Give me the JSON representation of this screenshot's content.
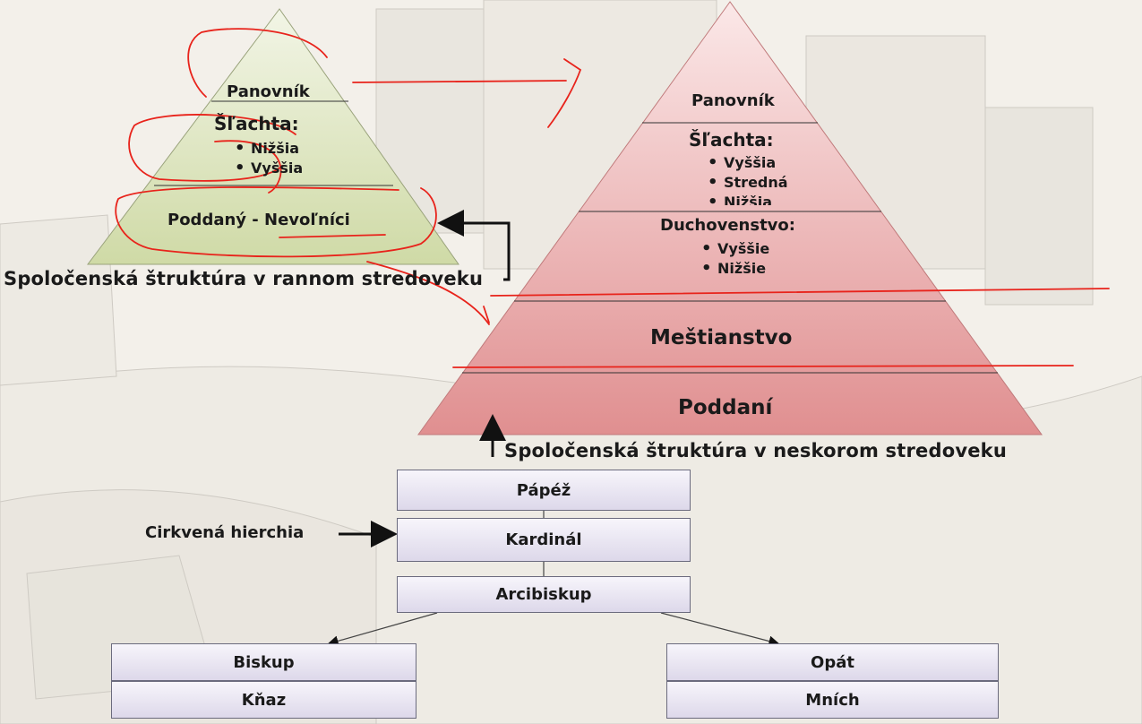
{
  "early_pyramid": {
    "tier_1": "Panovník",
    "tier_2_title": "Šľachta:",
    "tier_2_items": [
      "Nižšia",
      "Vyššia"
    ],
    "tier_3": "Poddaný - Nevoľníci",
    "caption": "Spoločenská štruktúra v rannom stredoveku"
  },
  "late_pyramid": {
    "tier_1": "Panovník",
    "tier_2_title": "Šľachta:",
    "tier_2_items": [
      "Vyššia",
      "Stredná",
      "Nižšia"
    ],
    "tier_3_title": "Duchovenstvo:",
    "tier_3_items": [
      "Vyššie",
      "Nižšie"
    ],
    "tier_4": "Meštianstvo",
    "tier_5": "Poddaní",
    "caption": "Spoločenská štruktúra v neskorom stredoveku"
  },
  "church": {
    "label": "Cirkvená hierchia",
    "levels": [
      "Pápéž",
      "Kardinál",
      "Arcibiskup"
    ],
    "left_branch": [
      "Biskup",
      "Kňaz"
    ],
    "right_branch": [
      "Opát",
      "Mních"
    ]
  },
  "colors": {
    "early_fill": "#dfe6c3",
    "late_fill": "#efb4b4",
    "annotation": "#e8231b"
  }
}
